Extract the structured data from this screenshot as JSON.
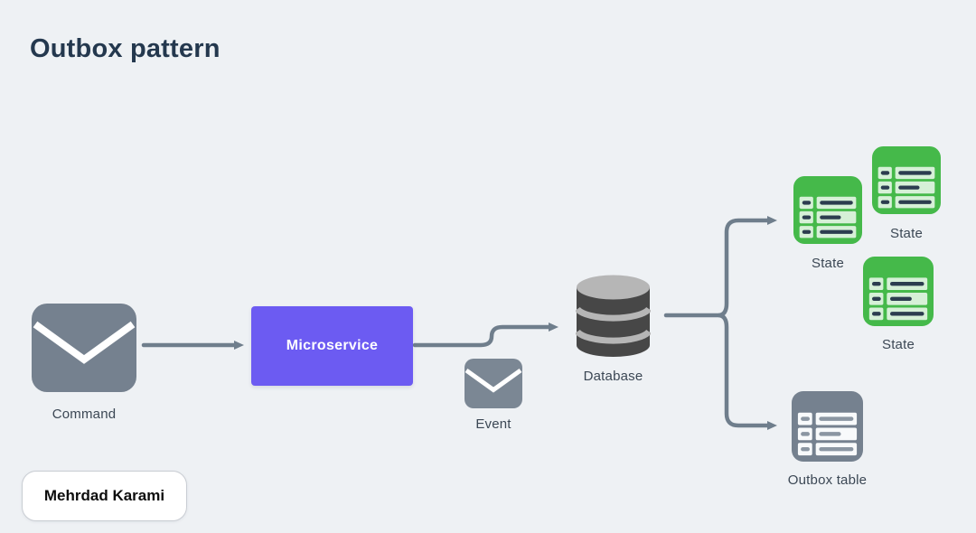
{
  "title": "Outbox pattern",
  "author_badge": {
    "label": "Mehrdad Karami"
  },
  "nodes": {
    "command": {
      "label": "Command",
      "icon": "envelope-icon"
    },
    "microservice": {
      "label": "Microservice",
      "icon": "none"
    },
    "event": {
      "label": "Event",
      "icon": "envelope-icon"
    },
    "database": {
      "label": "Database",
      "icon": "database-cylinder-icon"
    },
    "state_top_left": {
      "label": "State",
      "icon": "green-table-icon"
    },
    "state_top_right": {
      "label": "State",
      "icon": "green-table-icon"
    },
    "state_bottom": {
      "label": "State",
      "icon": "green-table-icon"
    },
    "outbox_table": {
      "label": "Outbox table",
      "icon": "gray-table-icon"
    }
  },
  "edges": [
    {
      "from": "command",
      "to": "microservice"
    },
    {
      "from": "microservice",
      "to": "database",
      "via": "event"
    },
    {
      "from": "database",
      "to": "state_top_left"
    },
    {
      "from": "database",
      "to": "outbox_table"
    }
  ],
  "colors": {
    "background": "#eef1f4",
    "accent_purple": "#6c5bf2",
    "slate_icon": "#75818f",
    "arrow": "#6f7e8c",
    "green": "#45b94a",
    "green_light": "#d6f0d7",
    "db_dark": "#474747",
    "db_light": "#b6b6b6",
    "title_text": "#24384e",
    "label_text": "#3b4754"
  }
}
